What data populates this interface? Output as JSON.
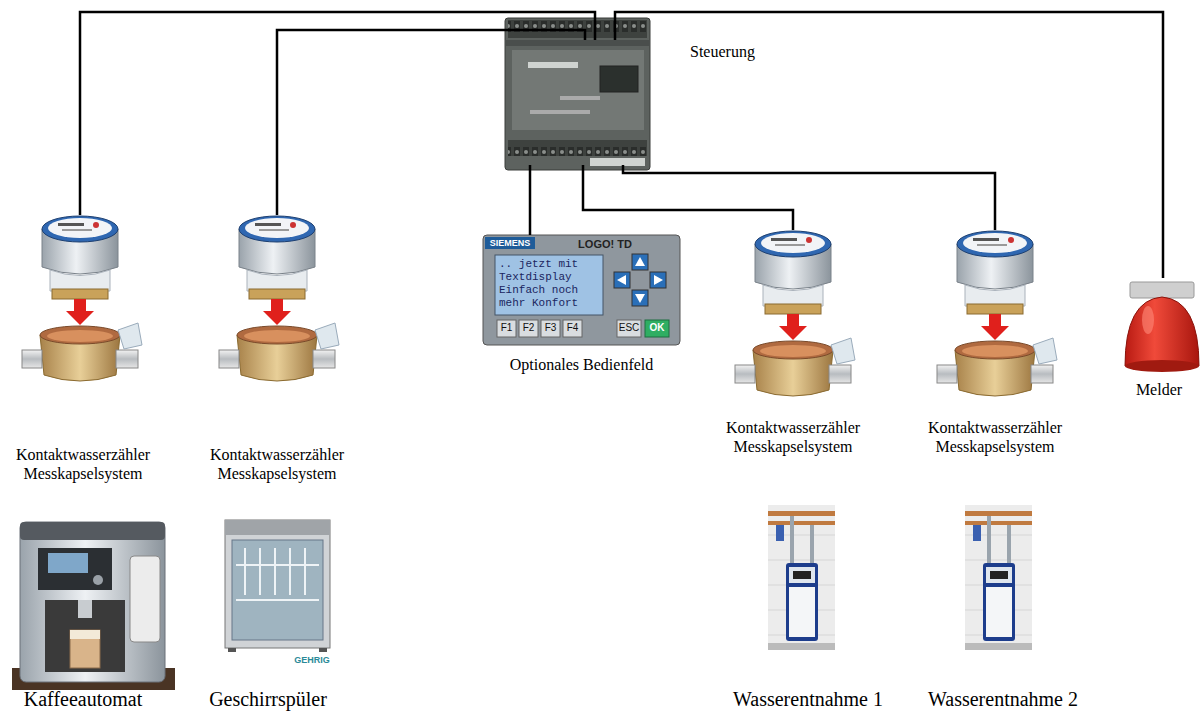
{
  "diagram": {
    "nodes": [
      {
        "text": [
          "Steuerung"
        ]
      },
      {
        "text": [
          "Kontaktwasserzähler Messkapselsystem"
        ]
      },
      {
        "text": [
          "Kontaktwasserzähler Messkapselsystem"
        ]
      },
      {
        "text": [
          "Optionales Bedienfeld"
        ]
      },
      {
        "text": [
          "Kontaktwasserzähler Messkapselsystem"
        ]
      },
      {
        "text": [
          "Kontaktwasserzähler Messkapselsystem"
        ]
      },
      {
        "text": [
          "Melder"
        ]
      },
      {
        "text": [
          "Kaffeeautomat"
        ]
      },
      {
        "text": [
          "Geschirrspüler"
        ]
      },
      {
        "text": [
          "Wasserentnahme 1"
        ]
      },
      {
        "text": [
          "Wasserentnahme 2"
        ]
      }
    ],
    "edges": [
      {
        "from": 0,
        "to": 1,
        "arrow": "none"
      },
      {
        "from": 0,
        "to": 2,
        "arrow": "none"
      },
      {
        "from": 0,
        "to": 3,
        "arrow": "none"
      },
      {
        "from": 0,
        "to": 4,
        "arrow": "none"
      },
      {
        "from": 0,
        "to": 5,
        "arrow": "none"
      },
      {
        "from": 0,
        "to": 6,
        "arrow": "none"
      }
    ],
    "labels": [
      "SIEMENS",
      "LOGO! TD",
      ".. jetzt mit Textdisplay Einfach noch mehr Konfort",
      "F1",
      "F2",
      "F3",
      "F4",
      "ESC",
      "OK",
      "GEHRIG"
    ]
  }
}
